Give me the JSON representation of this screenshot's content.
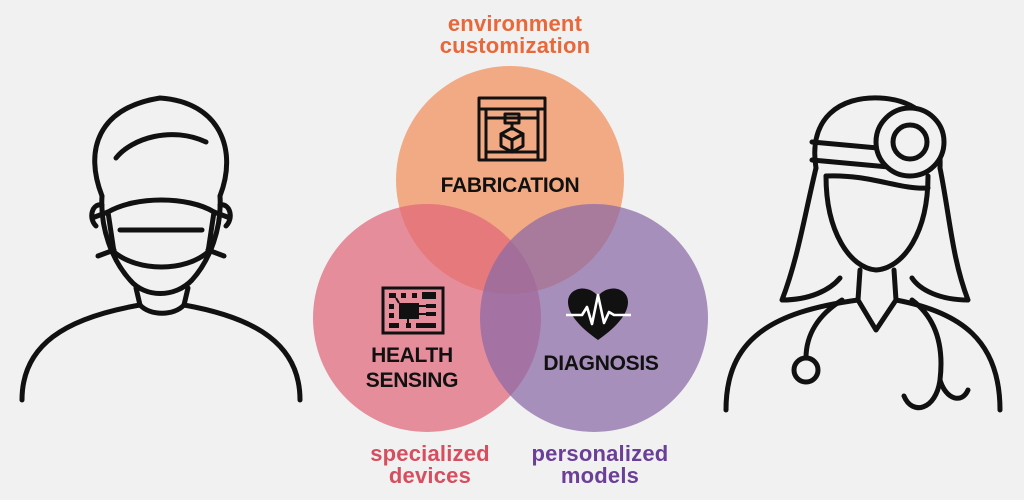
{
  "colors": {
    "background": "#f1f1f1",
    "fabrication": "#f29a6c",
    "health_sensing": "#e06678",
    "diagnosis": "#8a6aa6",
    "caption_fabrication": "#e8683a",
    "caption_sensing": "#d64e5f",
    "caption_diagnosis": "#6b3f98",
    "outline": "#111111"
  },
  "captions": {
    "fabrication": [
      "environment",
      "customization"
    ],
    "sensing": [
      "specialized",
      "devices"
    ],
    "diagnosis": [
      "personalized",
      "models"
    ]
  },
  "circles": {
    "fabrication": {
      "label": "FABRICATION",
      "icon": "3d-printer-icon"
    },
    "health_sensing": {
      "label": [
        "HEALTH",
        "SENSING"
      ],
      "icon": "circuit-board-icon"
    },
    "diagnosis": {
      "label": "DIAGNOSIS",
      "icon": "heartbeat-icon"
    }
  },
  "figures": {
    "left": "masked-patient-icon",
    "right": "doctor-icon"
  }
}
